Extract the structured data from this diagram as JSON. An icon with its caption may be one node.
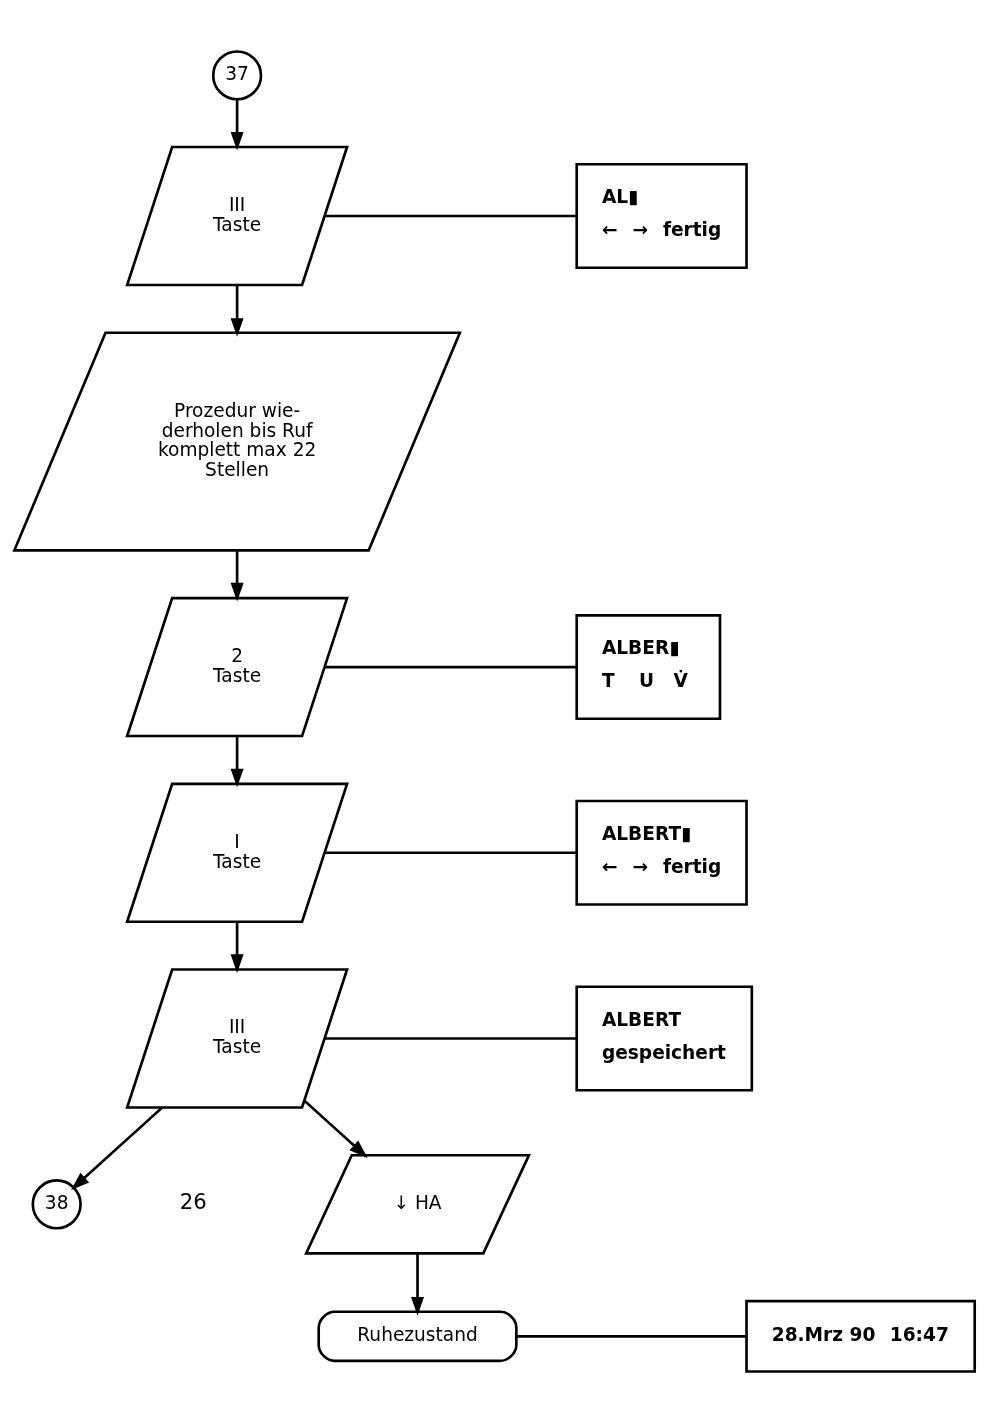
{
  "diagram": {
    "nodes": [
      {
        "text": [
          "37"
        ]
      },
      {
        "text": [
          "III",
          "Taste"
        ]
      },
      {
        "text": [
          "AL▮",
          "←",
          "→",
          "fertig"
        ]
      },
      {
        "text": [
          "Prozedur wie- derholen bis Ruf komplett max 22 Stellen"
        ]
      },
      {
        "text": [
          "2",
          "Taste"
        ]
      },
      {
        "text": [
          "ALBER▮",
          "T",
          "U",
          "V̇"
        ]
      },
      {
        "text": [
          "I",
          "Taste"
        ]
      },
      {
        "text": [
          "ALBERT▮",
          "←",
          "→",
          "fertig"
        ]
      },
      {
        "text": [
          "III",
          "Taste"
        ]
      },
      {
        "text": [
          "ALBERT",
          "gespeichert"
        ]
      },
      {
        "text": [
          "38"
        ]
      },
      {
        "text": [
          "↓ HA"
        ]
      },
      {
        "text": [
          "Ruhezustand"
        ]
      },
      {
        "text": [
          "28.Mrz 90",
          "16:47"
        ]
      }
    ],
    "edges": [
      {
        "from": 0,
        "to": 1,
        "arrow": "to"
      },
      {
        "from": 1,
        "to": 2,
        "arrow": "none"
      },
      {
        "from": 1,
        "to": 3,
        "arrow": "to"
      },
      {
        "from": 3,
        "to": 4,
        "arrow": "to"
      },
      {
        "from": 4,
        "to": 5,
        "arrow": "none"
      },
      {
        "from": 4,
        "to": 6,
        "arrow": "to"
      },
      {
        "from": 6,
        "to": 7,
        "arrow": "none"
      },
      {
        "from": 6,
        "to": 8,
        "arrow": "to"
      },
      {
        "from": 8,
        "to": 9,
        "arrow": "none"
      },
      {
        "from": 8,
        "to": 10,
        "arrow": "to"
      },
      {
        "from": 8,
        "to": 11,
        "arrow": "to"
      },
      {
        "from": 11,
        "to": 12,
        "arrow": "to"
      },
      {
        "from": 12,
        "to": 13,
        "arrow": "none"
      }
    ],
    "labels": [
      "26"
    ]
  }
}
